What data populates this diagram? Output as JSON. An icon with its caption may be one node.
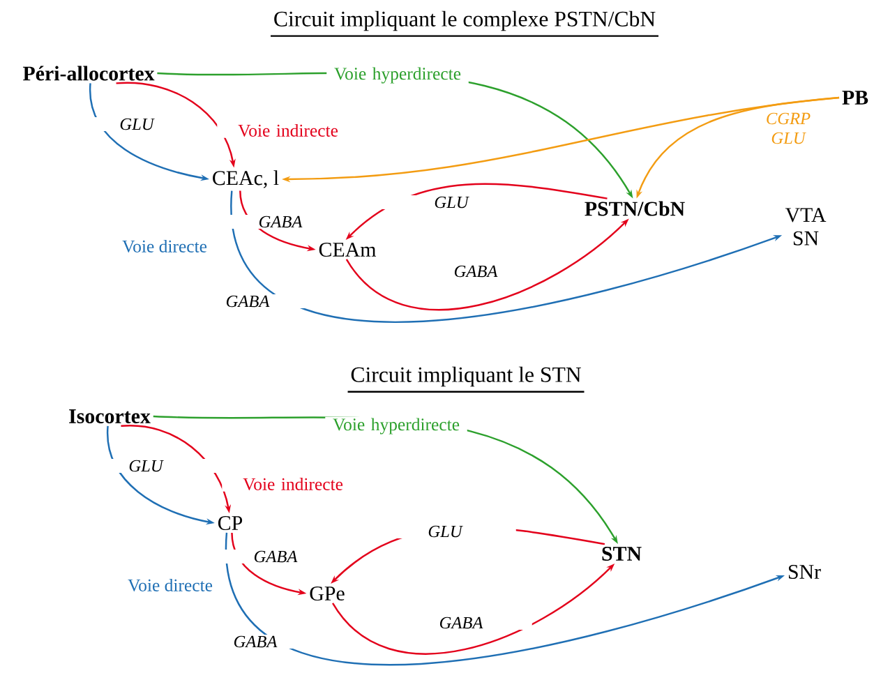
{
  "diagram": {
    "nodes": [
      {
        "text": [
          "Péri-allocortex"
        ]
      },
      {
        "text": [
          "CEAc, l"
        ]
      },
      {
        "text": [
          "CEAm"
        ]
      },
      {
        "text": [
          "PSTN/CbN"
        ]
      },
      {
        "text": [
          "PB"
        ]
      },
      {
        "text": [
          "VTA SN"
        ]
      },
      {
        "text": [
          "Isocortex"
        ]
      },
      {
        "text": [
          "CP"
        ]
      },
      {
        "text": [
          "GPe"
        ]
      },
      {
        "text": [
          "STN"
        ]
      },
      {
        "text": [
          "SNr"
        ]
      }
    ],
    "edges": [
      {
        "from": 0,
        "to": 3,
        "arrow": "to",
        "label": "Voie hyperdirecte",
        "color": "#2ca02c"
      },
      {
        "from": 0,
        "to": 1,
        "arrow": "to",
        "label": "Voie indirecte"
      },
      {
        "from": 0,
        "to": 1,
        "arrow": "to",
        "label": "GLU",
        "color": "#1f6fb4"
      },
      {
        "from": 4,
        "to": 1,
        "arrow": "to",
        "color": "#f39c12"
      },
      {
        "from": 4,
        "to": 3,
        "arrow": "to",
        "label": "CGRP GLU",
        "color": "#f39c12"
      },
      {
        "from": 1,
        "to": 2,
        "arrow": "to",
        "label": "GABA"
      },
      {
        "from": 3,
        "to": 2,
        "arrow": "to",
        "label": "GLU"
      },
      {
        "from": 2,
        "to": 3,
        "arrow": "to",
        "label": "GABA"
      },
      {
        "from": 1,
        "to": 5,
        "arrow": "to",
        "label": "GABA",
        "color": "#1f6fb4"
      },
      {
        "from": 6,
        "to": 9,
        "arrow": "to",
        "label": "Voie hyperdirecte",
        "color": "#2ca02c"
      },
      {
        "from": 6,
        "to": 7,
        "arrow": "to",
        "label": "Voie indirecte"
      },
      {
        "from": 6,
        "to": 7,
        "arrow": "to",
        "label": "GLU",
        "color": "#1f6fb4"
      },
      {
        "from": 7,
        "to": 8,
        "arrow": "to",
        "label": "GABA"
      },
      {
        "from": 9,
        "to": 8,
        "arrow": "to",
        "label": "GLU"
      },
      {
        "from": 8,
        "to": 9,
        "arrow": "to",
        "label": "GABA"
      },
      {
        "from": 7,
        "to": 10,
        "arrow": "to",
        "label": "GABA",
        "color": "#1f6fb4"
      }
    ],
    "labels": [
      "Circuit impliquant le complexe PSTN/CbN",
      "Voie directe",
      "Circuit impliquant le STN",
      "Voie directe"
    ]
  }
}
